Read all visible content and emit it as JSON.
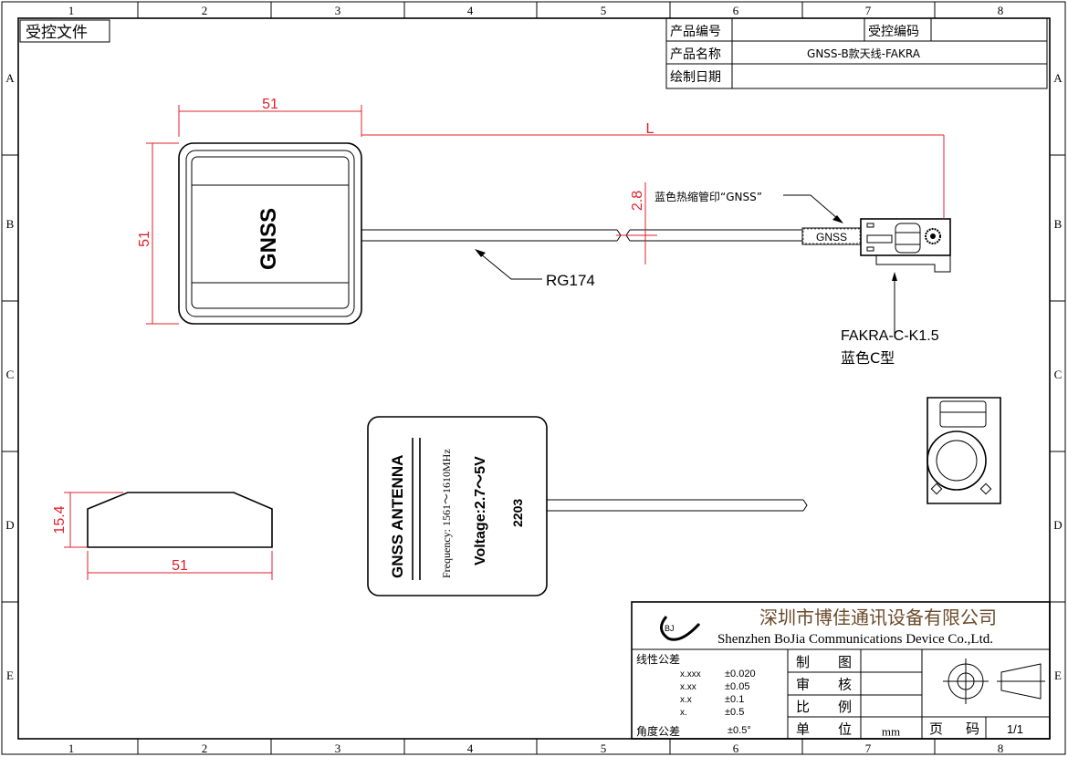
{
  "frame": {
    "columns": [
      "1",
      "2",
      "3",
      "4",
      "5",
      "6",
      "7",
      "8"
    ],
    "rows": [
      "A",
      "B",
      "C",
      "D",
      "E"
    ]
  },
  "stamp": "受控文件",
  "info_table": {
    "product_no_label": "产品编号",
    "control_code_label": "受控编码",
    "product_name_label": "产品名称",
    "product_name": "GNSS-B款天线-FAKRA",
    "draw_date_label": "绘制日期"
  },
  "top_view": {
    "width_dim": "51",
    "height_dim": "51",
    "label": "GNSS",
    "length_dim": "L",
    "cable_dim": "2.8",
    "cable_label": "RG174",
    "sleeve_note": "蓝色热缩管印“GNSS”",
    "sleeve_text": "GNSS",
    "connector_label": "FAKRA-C-K1.5",
    "connector_note": "蓝色C型"
  },
  "side_view": {
    "height_dim": "15.4",
    "width_dim": "51"
  },
  "label_view": {
    "title": "GNSS ANTENNA",
    "frequency": "Frequency: 1561～1610MHz",
    "voltage": "Voltage:2.7～5V",
    "code": "2203"
  },
  "title_block": {
    "logo": "BJ",
    "company_cn": "深圳市博佳通讯设备有限公司",
    "company_en": "Shenzhen BoJia Communications Device Co.,Ltd.",
    "linear_tol_label": "线性公差",
    "tolerances": [
      {
        "fmt": "x.xxx",
        "val": "±0.020"
      },
      {
        "fmt": "x.xx",
        "val": "±0.05"
      },
      {
        "fmt": "x.x",
        "val": "±0.1"
      },
      {
        "fmt": "x.",
        "val": "±0.5"
      }
    ],
    "angle_tol_label": "角度公差",
    "angle_tol": "±0.5°",
    "rows": [
      {
        "a": "制",
        "b": "图",
        "v": ""
      },
      {
        "a": "审",
        "b": "核",
        "v": ""
      },
      {
        "a": "比",
        "b": "例",
        "v": ""
      },
      {
        "a": "单",
        "b": "位",
        "v": "mm"
      }
    ],
    "page_a": "页",
    "page_b": "码",
    "page": "1/1"
  }
}
